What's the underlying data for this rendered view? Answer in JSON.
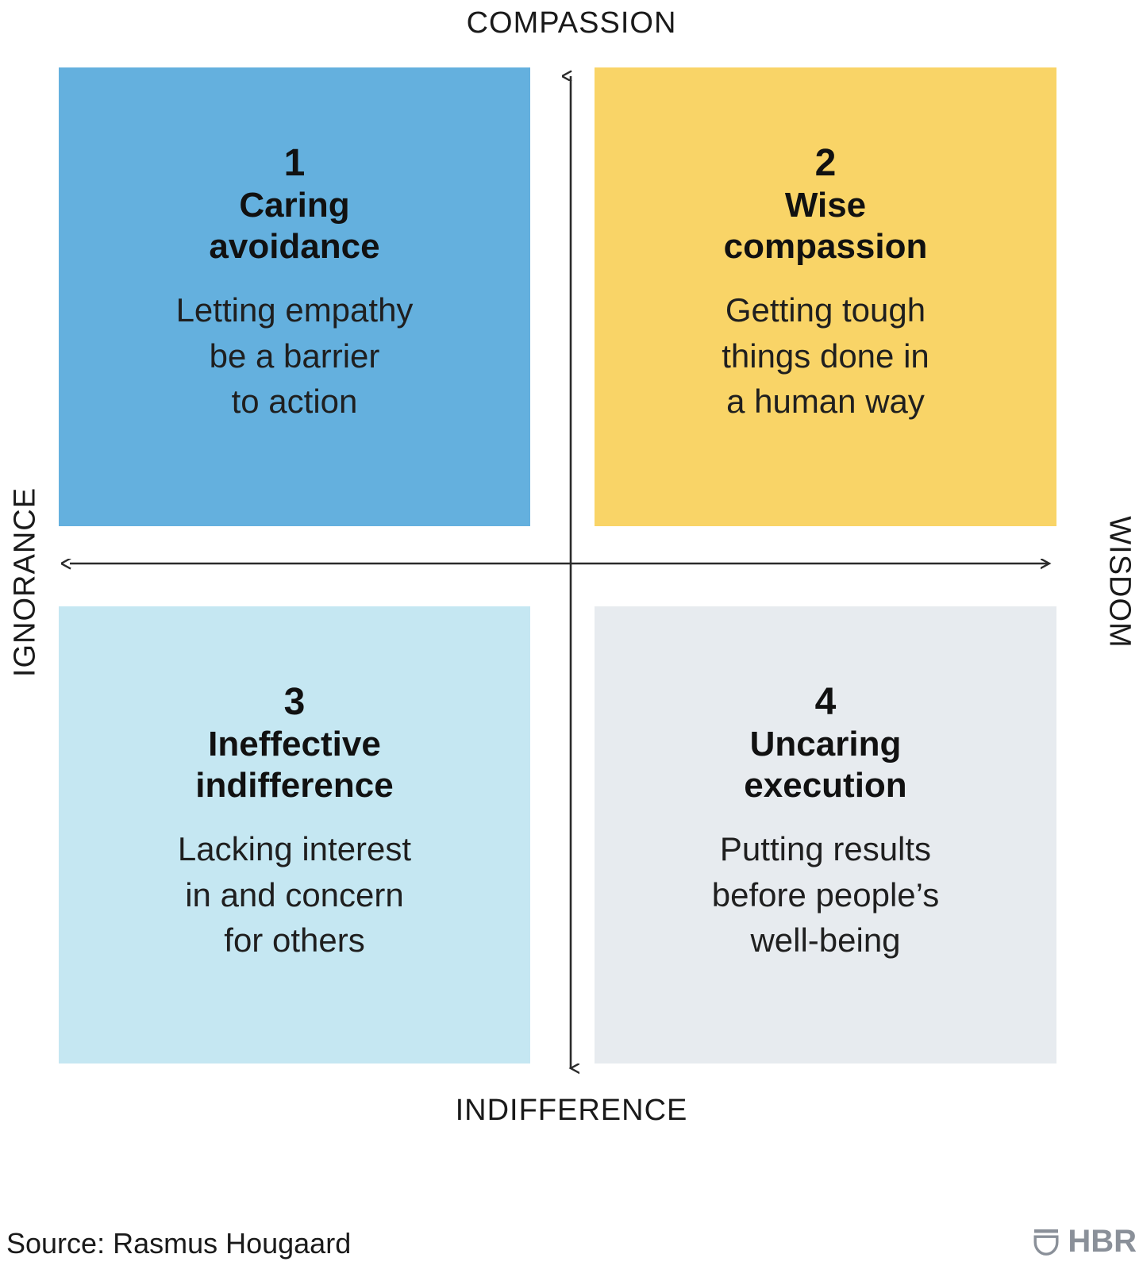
{
  "axes": {
    "top_label": "COMPASSION",
    "bottom_label": "INDIFFERENCE",
    "left_label": "IGNORANCE",
    "right_label": "WISDOM",
    "axis_color": "#2b2b2b"
  },
  "quadrants": [
    {
      "number": "1",
      "title": "Caring\navoidance",
      "description": "Letting empathy\nbe a barrier\nto action",
      "color": "#64B0DE",
      "position": "top-left"
    },
    {
      "number": "2",
      "title": "Wise\ncompassion",
      "description": "Getting tough\nthings done in\na human way",
      "color": "#F9D467",
      "position": "top-right"
    },
    {
      "number": "3",
      "title": "Ineffective\nindifference",
      "description": "Lacking interest\nin and concern\nfor others",
      "color": "#C5E7F2",
      "position": "bottom-left"
    },
    {
      "number": "4",
      "title": "Uncaring\nexecution",
      "description": "Putting results\nbefore people’s\nwell-being",
      "color": "#E7EBEF",
      "position": "bottom-right"
    }
  ],
  "footer": {
    "source": "Source: Rasmus Hougaard",
    "logo_text": "HBR",
    "logo_color": "#8a9099"
  },
  "chart_data": {
    "type": "table",
    "title": "Compassion × Wisdom leadership matrix",
    "xlabel": "INDIFFERENCE ↔ WISDOM",
    "ylabel": "IGNORANCE ↔ COMPASSION",
    "x_axis_poles": [
      "INDIFFERENCE",
      "WISDOM"
    ],
    "y_axis_poles": [
      "IGNORANCE",
      "COMPASSION"
    ],
    "categories": [
      "Caring avoidance",
      "Wise compassion",
      "Ineffective indifference",
      "Uncaring execution"
    ],
    "series": [
      {
        "name": "quadrants",
        "values": [
          {
            "number": 1,
            "label": "Caring avoidance",
            "x": "low wisdom",
            "y": "high compassion",
            "color": "#64B0DE"
          },
          {
            "number": 2,
            "label": "Wise compassion",
            "x": "high wisdom",
            "y": "high compassion",
            "color": "#F9D467"
          },
          {
            "number": 3,
            "label": "Ineffective indifference",
            "x": "low wisdom",
            "y": "low compassion",
            "color": "#C5E7F2"
          },
          {
            "number": 4,
            "label": "Uncaring execution",
            "x": "high wisdom",
            "y": "low compassion",
            "color": "#E7EBEF"
          }
        ]
      }
    ],
    "grid": false,
    "legend": "none"
  }
}
